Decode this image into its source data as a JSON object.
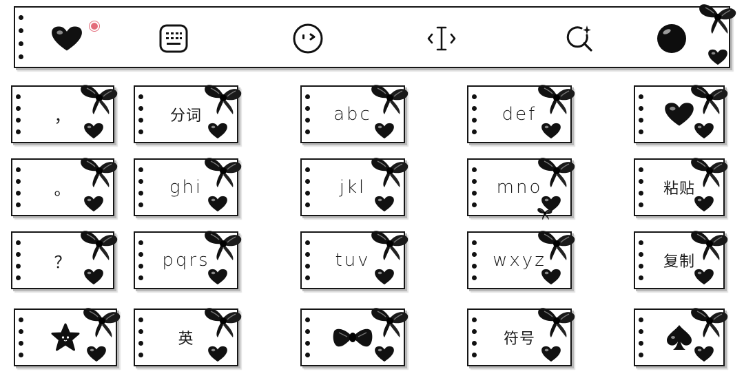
{
  "toolbar": {
    "items": [
      {
        "name": "heart",
        "icon": "heart-icon"
      },
      {
        "name": "keyboard",
        "icon": "keyboard-icon"
      },
      {
        "name": "emoji",
        "icon": "emoji-face-icon"
      },
      {
        "name": "cursor",
        "icon": "text-cursor-icon"
      },
      {
        "name": "search",
        "icon": "search-sparkle-icon"
      },
      {
        "name": "ball",
        "icon": "black-ball-icon"
      }
    ]
  },
  "keys": {
    "row1": {
      "punct": "，",
      "k2": "分词",
      "k3": "abc",
      "k4": "def",
      "right": "heart-icon"
    },
    "row2": {
      "punct": "。",
      "k2": "ghi",
      "k3": "jkl",
      "k4": "mno",
      "right": "粘贴"
    },
    "row3": {
      "punct": "？",
      "k2": "pqrs",
      "k3": "tuv",
      "k4": "wxyz",
      "right": "复制"
    },
    "row4": {
      "left": "star-icon",
      "k2": "英",
      "k3": "bow-icon",
      "k4": "符号",
      "right": "spade-icon"
    }
  },
  "colors": {
    "ink": "#151515",
    "accent": "#e36b7a",
    "background": "#ffffff"
  }
}
